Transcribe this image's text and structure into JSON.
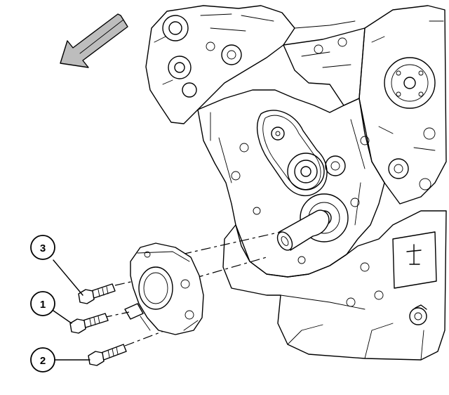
{
  "diagram": {
    "direction_arrow": {
      "icon": "front-direction-arrow-icon",
      "fill": "#bdbdbd"
    },
    "callouts": [
      {
        "id": "callout-3",
        "number": "3"
      },
      {
        "id": "callout-1",
        "number": "1"
      },
      {
        "id": "callout-2",
        "number": "2"
      }
    ],
    "colors": {
      "line": "#000000",
      "background": "#ffffff",
      "arrow_fill": "#bdbdbd"
    }
  }
}
